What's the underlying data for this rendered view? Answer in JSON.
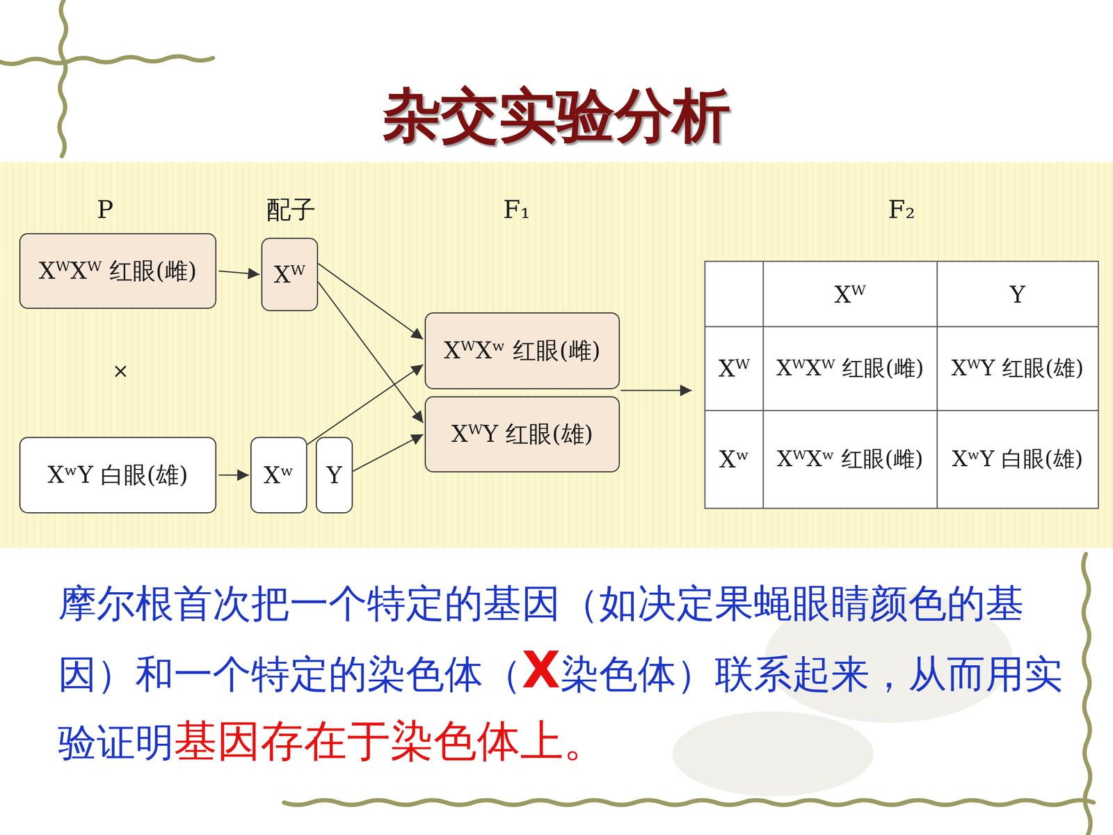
{
  "diagram": {
    "title": "杂交实验分析",
    "nodes": [
      {
        "text": [
          "XᵂXᵂ 红眼(雌)"
        ]
      },
      {
        "text": [
          "Xᵂ"
        ]
      },
      {
        "text": [
          "XᵂXʷ 红眼(雌)"
        ]
      },
      {
        "text": [
          "XᵂY 红眼(雄)"
        ]
      },
      {
        "text": [
          "XʷY 白眼(雄)"
        ]
      },
      {
        "text": [
          "Xʷ"
        ]
      },
      {
        "text": [
          "Y"
        ]
      }
    ],
    "edges": [
      {
        "from": 0,
        "to": 1,
        "arrow": "to"
      },
      {
        "from": 4,
        "to": 5,
        "arrow": "to"
      },
      {
        "from": 1,
        "to": 2,
        "arrow": "to"
      },
      {
        "from": 1,
        "to": 3,
        "arrow": "to"
      },
      {
        "from": 5,
        "to": 2,
        "arrow": "to"
      },
      {
        "from": 6,
        "to": 3,
        "arrow": "to"
      }
    ],
    "labels": [
      "P",
      "配子",
      "F₁",
      "F₂",
      "×",
      "Xᵂ",
      "Y",
      "Xᵂ",
      "XᵂXᵂ 红眼(雌)",
      "XᵂY 红眼(雄)",
      "Xʷ",
      "XᵂXʷ 红眼(雌)",
      "XʷY 白眼(雄)",
      "摩尔根首次把一个特定的基因（如决定果蝇眼睛颜色的基因）和一个特定的染色体（",
      "X",
      "染色体）联系起来，从而用实验证明",
      "基因存在于染色体上。"
    ]
  }
}
